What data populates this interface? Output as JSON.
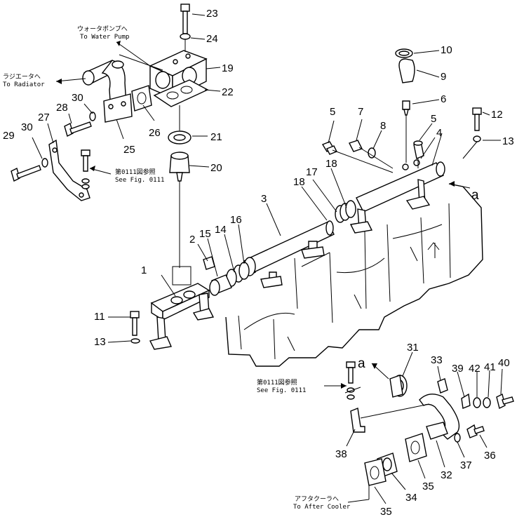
{
  "callouts": [
    {
      "id": "c1",
      "text": "1"
    },
    {
      "id": "c2",
      "text": "2"
    },
    {
      "id": "c3",
      "text": "3"
    },
    {
      "id": "c4",
      "text": "4"
    },
    {
      "id": "c5a",
      "text": "5"
    },
    {
      "id": "c5b",
      "text": "5"
    },
    {
      "id": "c6",
      "text": "6"
    },
    {
      "id": "c7",
      "text": "7"
    },
    {
      "id": "c8",
      "text": "8"
    },
    {
      "id": "c9",
      "text": "9"
    },
    {
      "id": "c10",
      "text": "10"
    },
    {
      "id": "c11",
      "text": "11"
    },
    {
      "id": "c12",
      "text": "12"
    },
    {
      "id": "c13a",
      "text": "13"
    },
    {
      "id": "c13b",
      "text": "13"
    },
    {
      "id": "c14",
      "text": "14"
    },
    {
      "id": "c15",
      "text": "15"
    },
    {
      "id": "c16",
      "text": "16"
    },
    {
      "id": "c17",
      "text": "17"
    },
    {
      "id": "c18a",
      "text": "18"
    },
    {
      "id": "c18b",
      "text": "18"
    },
    {
      "id": "c19",
      "text": "19"
    },
    {
      "id": "c20",
      "text": "20"
    },
    {
      "id": "c21",
      "text": "21"
    },
    {
      "id": "c22",
      "text": "22"
    },
    {
      "id": "c23",
      "text": "23"
    },
    {
      "id": "c24",
      "text": "24"
    },
    {
      "id": "c25",
      "text": "25"
    },
    {
      "id": "c26",
      "text": "26"
    },
    {
      "id": "c27",
      "text": "27"
    },
    {
      "id": "c28",
      "text": "28"
    },
    {
      "id": "c29",
      "text": "29"
    },
    {
      "id": "c30a",
      "text": "30"
    },
    {
      "id": "c30b",
      "text": "30"
    },
    {
      "id": "c31",
      "text": "31"
    },
    {
      "id": "c32",
      "text": "32"
    },
    {
      "id": "c33",
      "text": "33"
    },
    {
      "id": "c34",
      "text": "34"
    },
    {
      "id": "c35a",
      "text": "35"
    },
    {
      "id": "c35b",
      "text": "35"
    },
    {
      "id": "c36",
      "text": "36"
    },
    {
      "id": "c37",
      "text": "37"
    },
    {
      "id": "c38",
      "text": "38"
    },
    {
      "id": "c39",
      "text": "39"
    },
    {
      "id": "c40",
      "text": "40"
    },
    {
      "id": "c41",
      "text": "41"
    },
    {
      "id": "c42",
      "text": "42"
    }
  ],
  "notes": {
    "water_pump_jp": "ウォータポンプへ",
    "water_pump_en": "To Water Pump",
    "radiator_jp": "ラジエータへ",
    "radiator_en": "To Radiator",
    "see_fig_jp_1": "第0111図参照",
    "see_fig_en_1": "See Fig. 0111",
    "see_fig_jp_2": "第0111図参照",
    "see_fig_en_2": "See Fig. 0111",
    "after_cooler_jp": "アフタクーラへ",
    "after_cooler_en": "To After Cooler"
  },
  "reference_marks": {
    "mark_a_1": "a",
    "mark_a_2": "a"
  }
}
